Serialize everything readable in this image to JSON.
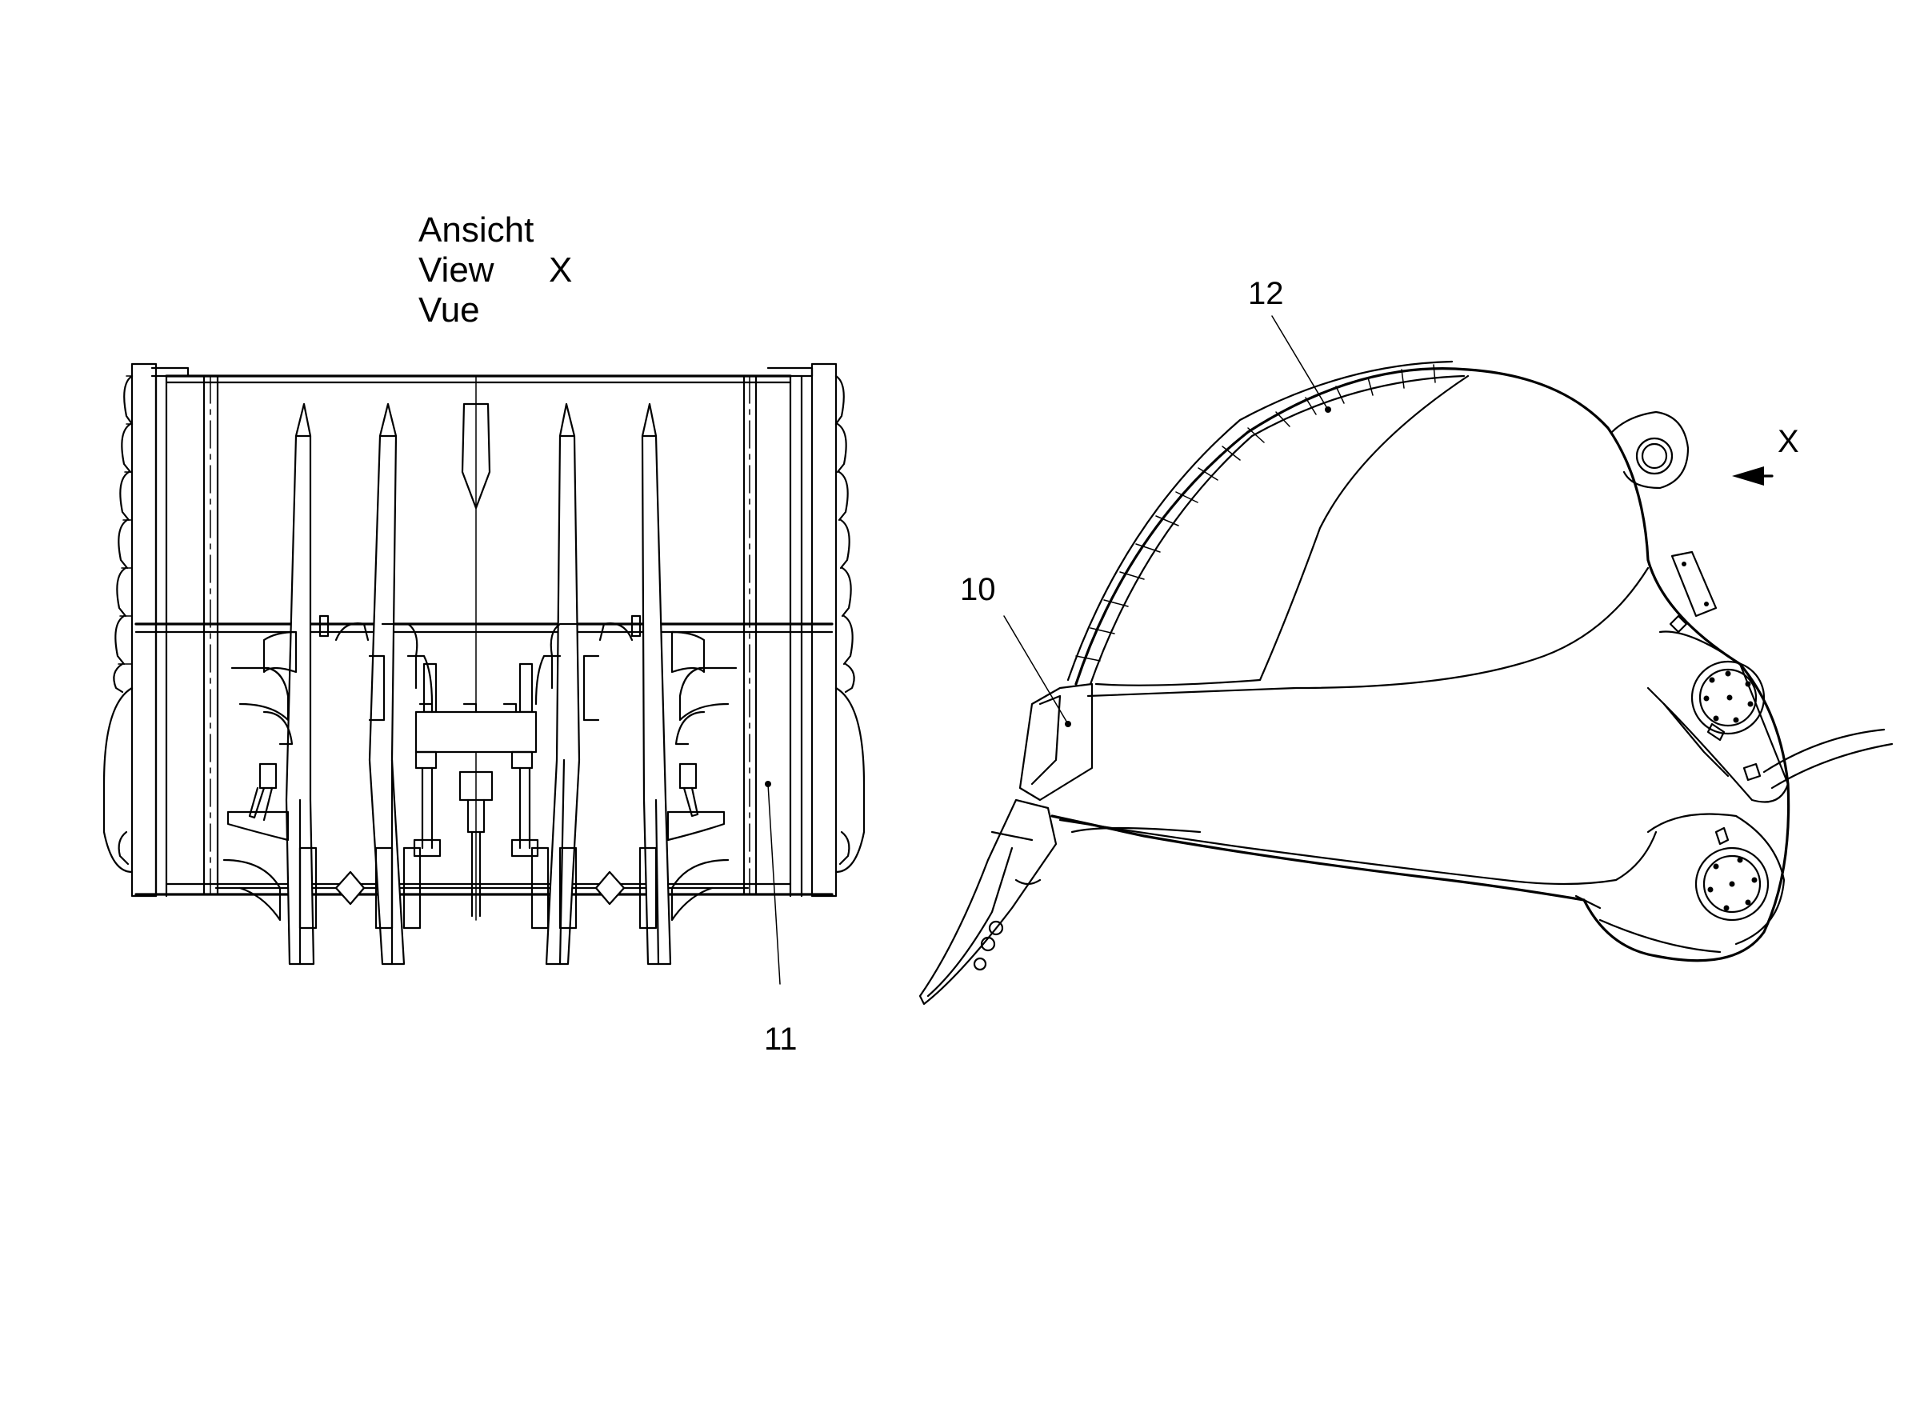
{
  "view_caption": {
    "line1": "Ansicht",
    "line2": "View",
    "line3": "Vue",
    "marker": "X"
  },
  "view_arrow_label": "X",
  "callouts": {
    "c10": "10",
    "c11": "11",
    "c12": "12"
  },
  "colors": {
    "line": "#000000",
    "background": "#ffffff"
  }
}
